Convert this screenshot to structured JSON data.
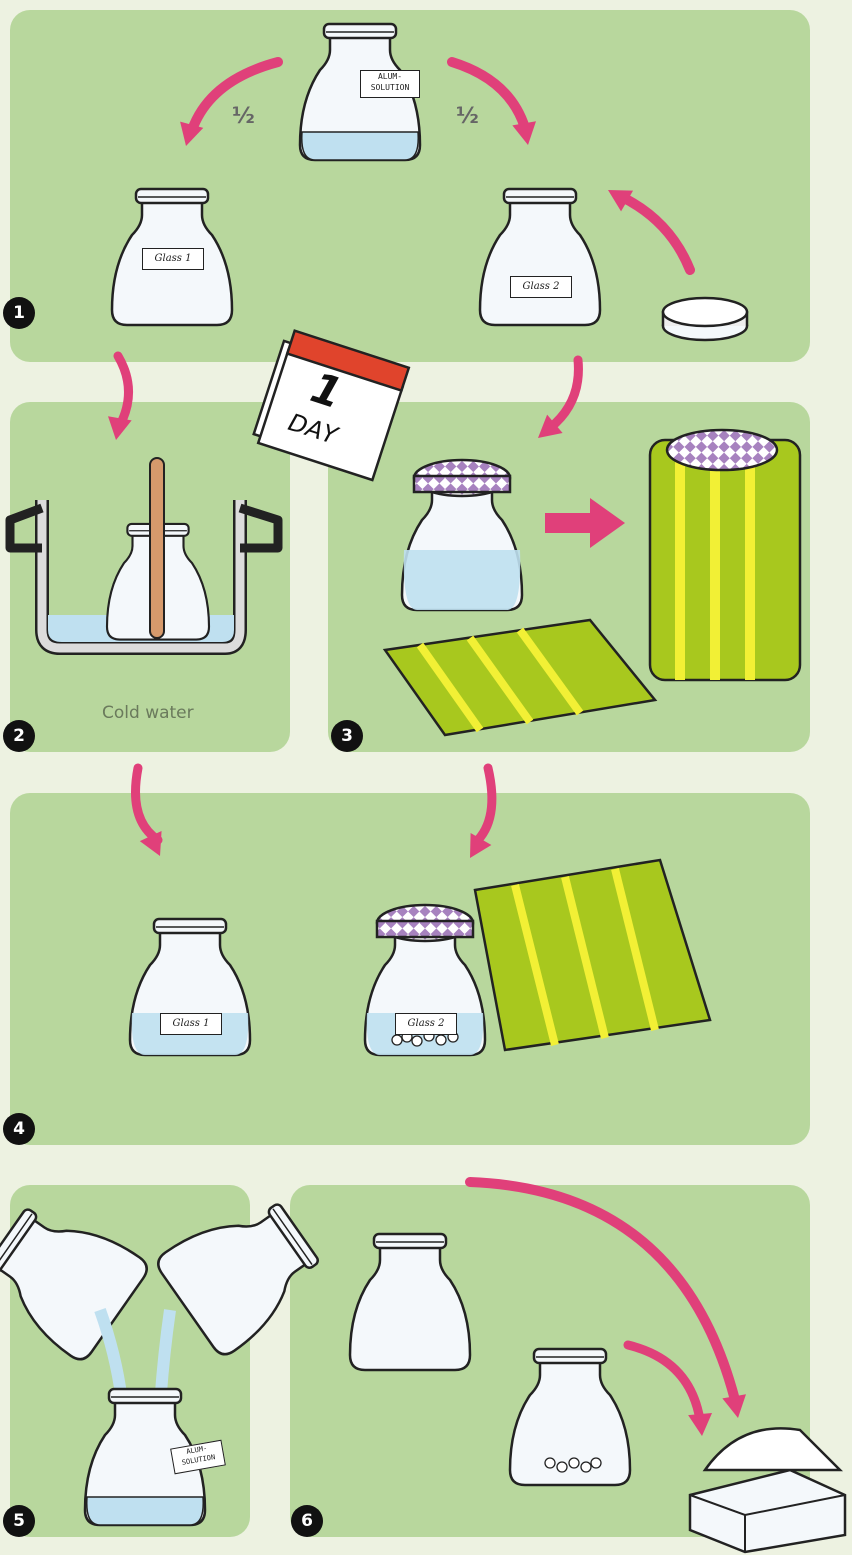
{
  "steps": {
    "s1": "1",
    "s2": "2",
    "s3": "3",
    "s4": "4",
    "s5": "5",
    "s6": "6"
  },
  "fractions": {
    "left": "½",
    "right": "½"
  },
  "labels": {
    "alum_line1": "ALUM-",
    "alum_line2": "SOLUTION",
    "glass1": "Glass 1",
    "glass2": "Glass 2",
    "cold_water": "Cold water",
    "calendar_number": "1",
    "calendar_word": "DAY"
  },
  "colors": {
    "background": "#edf2e1",
    "panel": "#b8d79d",
    "arrow": "#e0407a",
    "water": "#bfe0f0",
    "cloth": "#a8c81e",
    "stripe": "#f2f035",
    "lid": "#a782bf",
    "calendar_red": "#e0442c"
  }
}
